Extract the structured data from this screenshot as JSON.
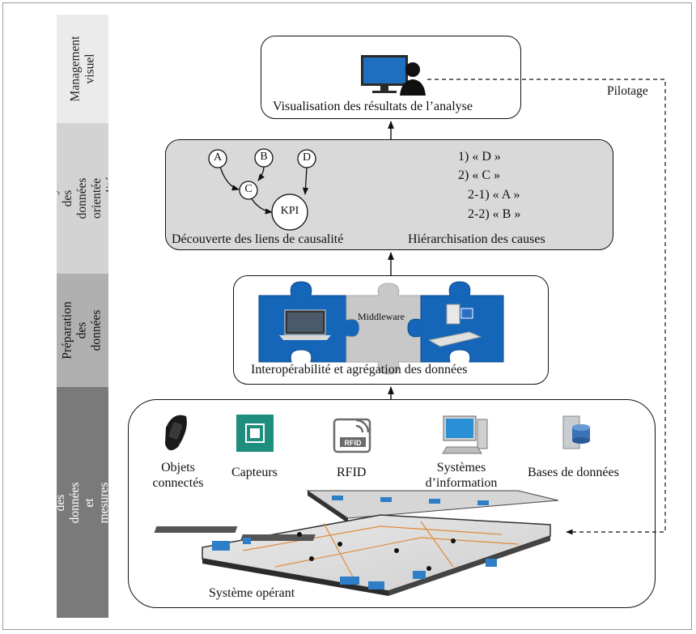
{
  "stages": {
    "management": "Management visuel",
    "analysis": "Analyse des données orientée «causalité»",
    "preparation": "Préparation des données",
    "collection": "Collecte des données et mesures des KPIs"
  },
  "visualisation": {
    "caption": "Visualisation des résultats de l’analyse"
  },
  "pilotage": "Pilotage",
  "analysis": {
    "nodes": {
      "a": "A",
      "b": "B",
      "c": "C",
      "d": "D",
      "kpi": "KPI"
    },
    "caption_left": "Découverte des liens de causalité",
    "caption_right": "Hiérarchisation des causes",
    "ranking": [
      "1) « D »",
      "2) « C »",
      "2-1) « A »",
      "2-2) « B »"
    ]
  },
  "preparation": {
    "middleware": "Middleware",
    "caption": "Interopérabilité et agrégation des données"
  },
  "collection": {
    "sources": [
      {
        "label_1": "Objets",
        "label_2": "connectés",
        "icon": "smart-band-icon"
      },
      {
        "label_1": "Capteurs",
        "label_2": "",
        "icon": "sensor-chip-icon"
      },
      {
        "label_1": "RFID",
        "label_2": "",
        "icon": "rfid-tag-icon"
      },
      {
        "label_1": "Systèmes",
        "label_2": "d’information",
        "icon": "computer-icon"
      },
      {
        "label_1": "Bases de données",
        "label_2": "",
        "icon": "database-icon"
      }
    ],
    "caption": "Système opérant"
  },
  "colors": {
    "puzzle_blue": "#1565b8",
    "puzzle_gray": "#c8c8c8",
    "panel_gray": "#d9d9d9"
  }
}
